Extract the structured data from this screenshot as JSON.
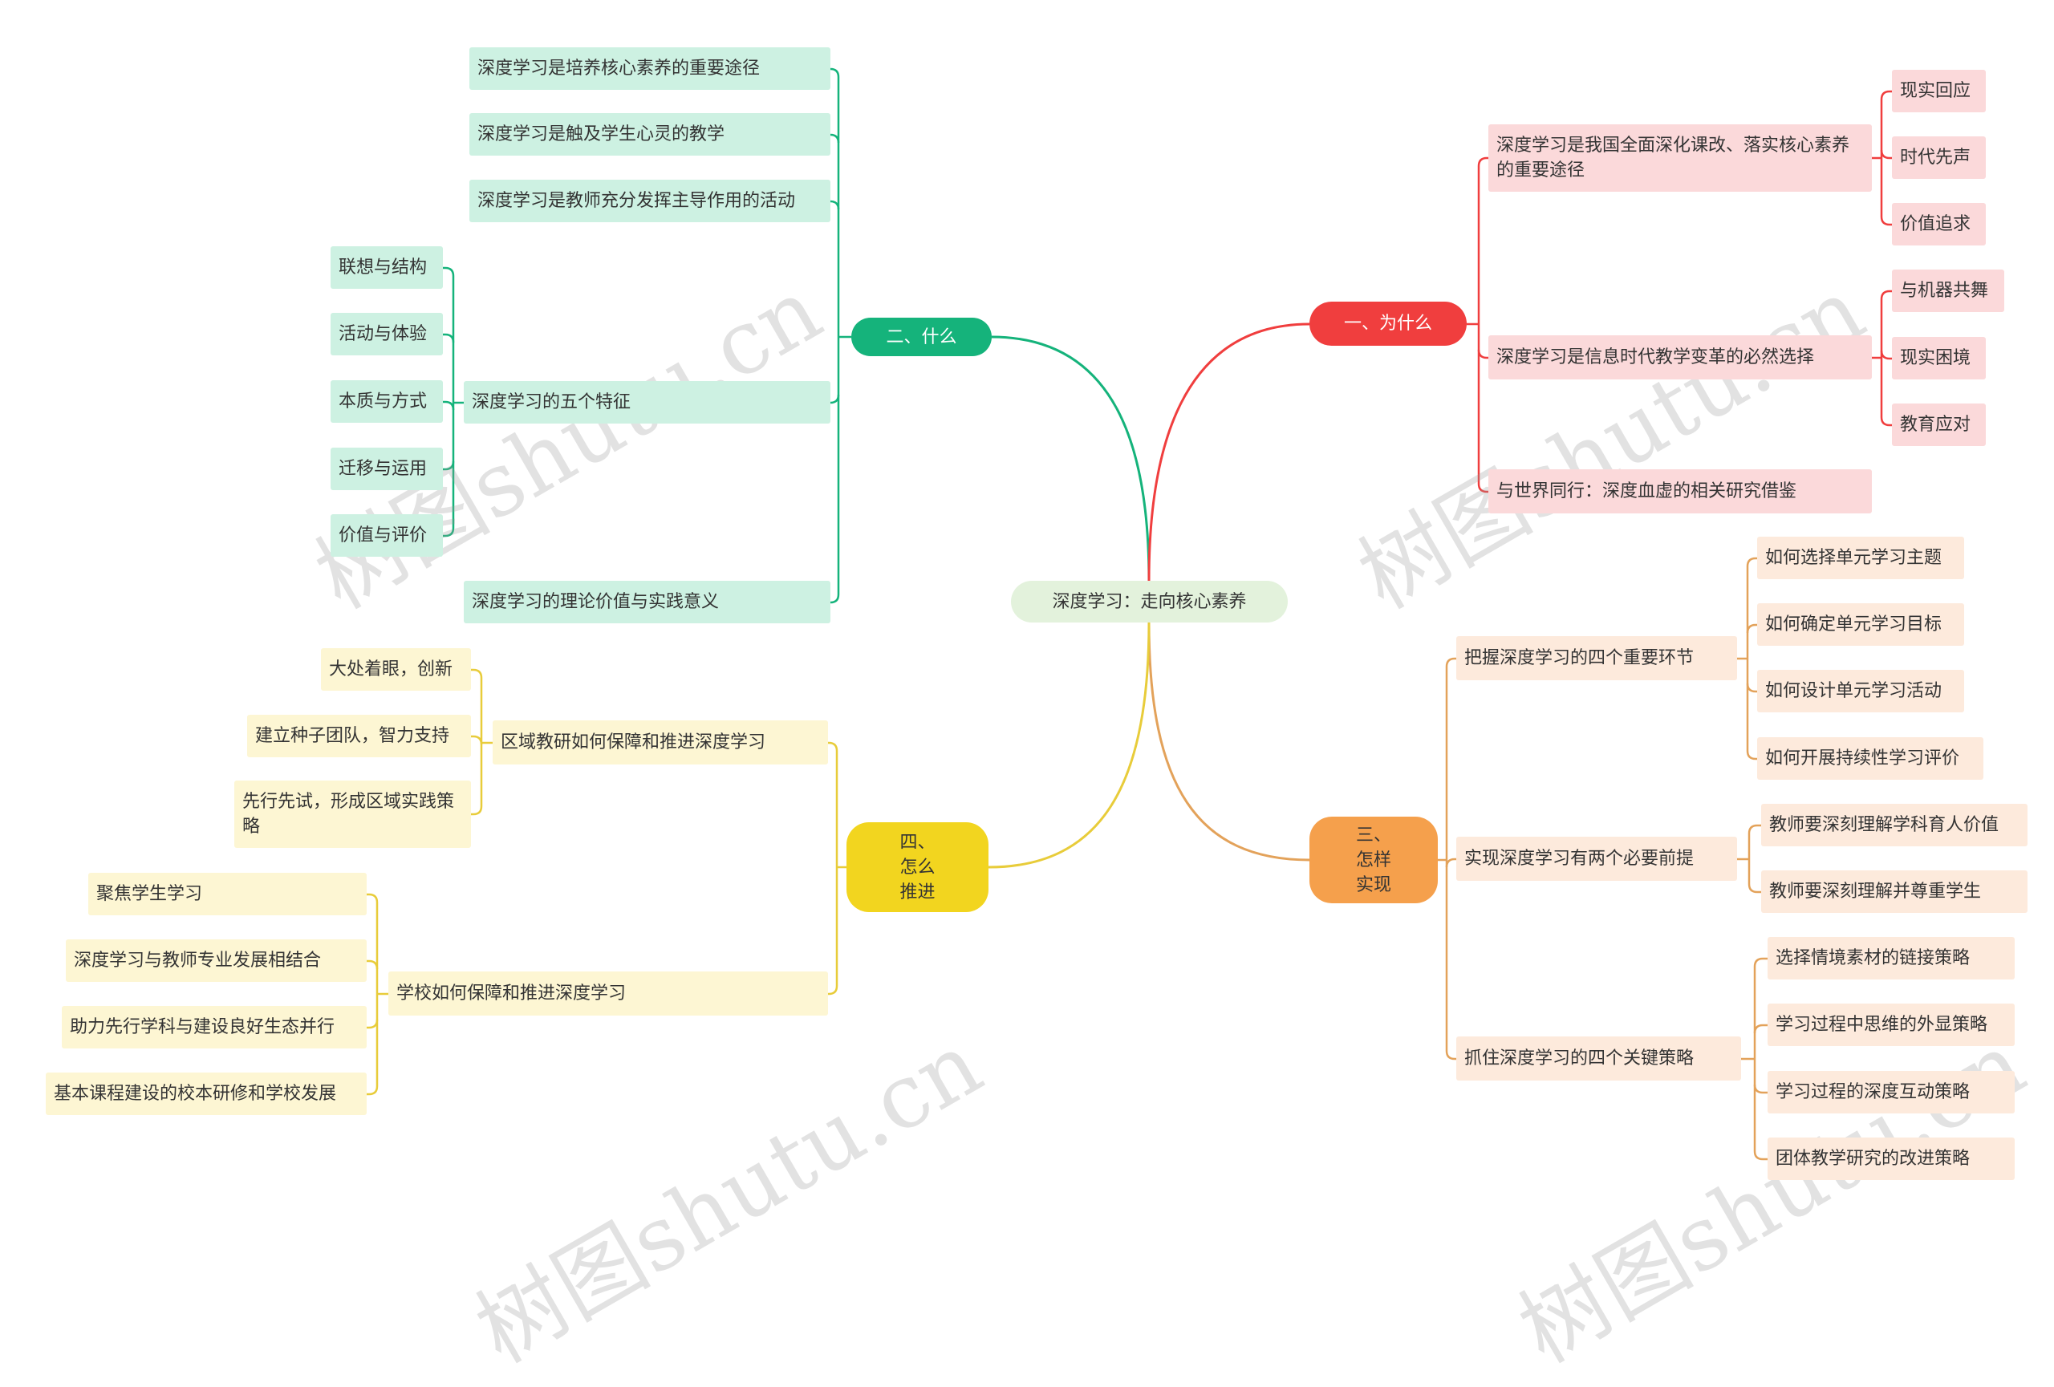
{
  "root": "深度学习：走向核心素养",
  "branches": {
    "what": {
      "label": "二、什么",
      "items": {
        "i1": "深度学习是培养核心素养的重要途径",
        "i2": "深度学习是触及学生心灵的教学",
        "i3": "深度学习是教师充分发挥主导作用的活动",
        "i4": "深度学习的五个特征",
        "i5": "深度学习的理论价值与实践意义"
      },
      "features": [
        "联想与结构",
        "活动与体验",
        "本质与方式",
        "迁移与运用",
        "价值与评价"
      ]
    },
    "why": {
      "label": "一、为什么",
      "items": {
        "i1": "深度学习是我国全面深化课改、落实核心素养的重要途径",
        "i2": "深度学习是信息时代教学变革的必然选择",
        "i3": "与世界同行：深度血虚的相关研究借鉴"
      },
      "sub1": [
        "现实回应",
        "时代先声",
        "价值追求"
      ],
      "sub2": [
        "与机器共舞",
        "现实困境",
        "教育应对"
      ]
    },
    "how": {
      "label": "三、\n怎样\n实现",
      "items": {
        "i1": "把握深度学习的四个重要环节",
        "i2": "实现深度学习有两个必要前提",
        "i3": "抓住深度学习的四个关键策略"
      },
      "sub1": [
        "如何选择单元学习主题",
        "如何确定单元学习目标",
        "如何设计单元学习活动",
        "如何开展持续性学习评价"
      ],
      "sub2": [
        "教师要深刻理解学科育人价值",
        "教师要深刻理解并尊重学生"
      ],
      "sub3": [
        "选择情境素材的链接策略",
        "学习过程中思维的外显策略",
        "学习过程的深度互动策略",
        "团体教学研究的改进策略"
      ]
    },
    "promote": {
      "label": "四、\n怎么\n推进",
      "items": {
        "i1": "区域教研如何保障和推进深度学习",
        "i2": "学校如何保障和推进深度学习"
      },
      "sub1": [
        "大处着眼，创新",
        "建立种子团队，智力支持",
        "先行先试，形成区域实践策略"
      ],
      "sub2": [
        "聚焦学生学习",
        "深度学习与教师专业发展相结合",
        "助力先行学科与建设良好生态并行",
        "基本课程建设的校本研修和学校发展"
      ]
    }
  },
  "watermark": "树图shutu.cn",
  "colors": {
    "green": "#15b37b",
    "red": "#f03e3e",
    "orange": "#f5a04c",
    "orange_line": "#e3a25a",
    "yellow": "#f2d51f",
    "yellow_line": "#e8cc3a"
  }
}
